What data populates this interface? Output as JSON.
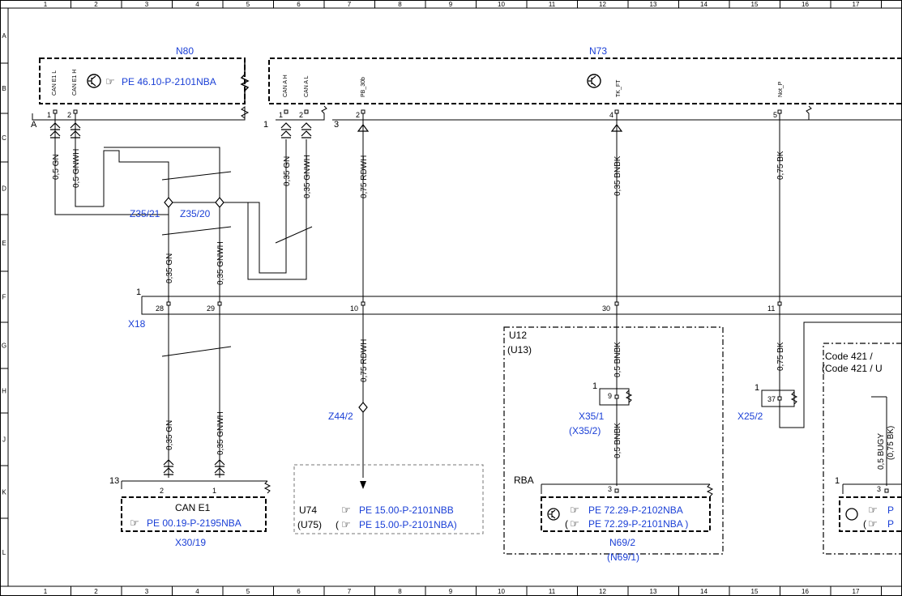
{
  "grid": {
    "cols": [
      "1",
      "2",
      "3",
      "4",
      "5",
      "6",
      "7",
      "8",
      "9",
      "10",
      "11",
      "12",
      "13",
      "14",
      "15",
      "16",
      "17"
    ],
    "rows": [
      "A",
      "B",
      "C",
      "D",
      "E",
      "F",
      "G",
      "H",
      "J",
      "K",
      "L"
    ]
  },
  "components": {
    "n80": {
      "id": "N80",
      "ref": "PE 46.10-P-2101NBA",
      "pins": [
        "CAN E1 L",
        "CAN E1 H"
      ],
      "pin_nums": [
        "1",
        "2"
      ],
      "conn_label": "A"
    },
    "n73": {
      "id": "N73",
      "pins": [
        "CAN A H",
        "CAN A L",
        "PB_30b",
        "TK_FT",
        "Not_P"
      ],
      "pin_nums": [
        "1",
        "2",
        "2",
        "4",
        "5"
      ],
      "conn_labels": [
        "1",
        "3"
      ]
    },
    "x18": {
      "id": "X18",
      "num": "1",
      "pins": [
        "28",
        "29",
        "10",
        "30",
        "11"
      ]
    },
    "x30_19": {
      "id": "X30/19",
      "name": "CAN E1",
      "ref": "PE 00.19-P-2195NBA",
      "num": "13",
      "pins": [
        "2",
        "1"
      ]
    },
    "u74": {
      "id": "U74",
      "alt": "(U75)",
      "ref1": "PE 15.00-P-2101NBB",
      "ref2": "(",
      "ref2b": "PE 15.00-P-2101NBA)"
    },
    "u12": {
      "id": "U12",
      "alt": "(U13)"
    },
    "n69_2": {
      "id": "N69/2",
      "alt": "(N69/1)",
      "label": "RBA",
      "pin": "3",
      "ref1": "PE 72.29-P-2102NBA",
      "ref2": "PE 72.29-P-2101NBA )",
      "paren": "("
    },
    "x35_1": {
      "id": "X35/1",
      "alt": "(X35/2)",
      "num": "1",
      "pin": "9"
    },
    "x25_2": {
      "id": "X25/2",
      "num": "1",
      "pin": "37"
    },
    "code421": {
      "line1": "Code 421 / ",
      "line2": "(Code 421 /  U"
    },
    "right": {
      "num": "1",
      "pin": "3",
      "ref1": "P",
      "ref2": "P"
    }
  },
  "splices": {
    "z35_21": "Z35/21",
    "z35_20": "Z35/20",
    "z44_2": "Z44/2"
  },
  "wires": {
    "w1": "0,5 GN",
    "w2": "0,5 GNWH",
    "w3": "0,35 GN",
    "w4": "0,35 GNWH",
    "w5": "0,75 RDWH",
    "w6": "0,35 BNBK",
    "w7": "0,75 BK",
    "w8": "0,35 GN",
    "w9": "0,35 GNWH",
    "w10": "0,75 RDWH",
    "w11": "0,5 BNBK",
    "w12": "0,75 BK",
    "w13": "0,35 GN",
    "w14": "0,35 GNWH",
    "w15": "0,5 BNBK",
    "w16": "0,5 BUGY",
    "w17": "(0,75 BK)"
  }
}
